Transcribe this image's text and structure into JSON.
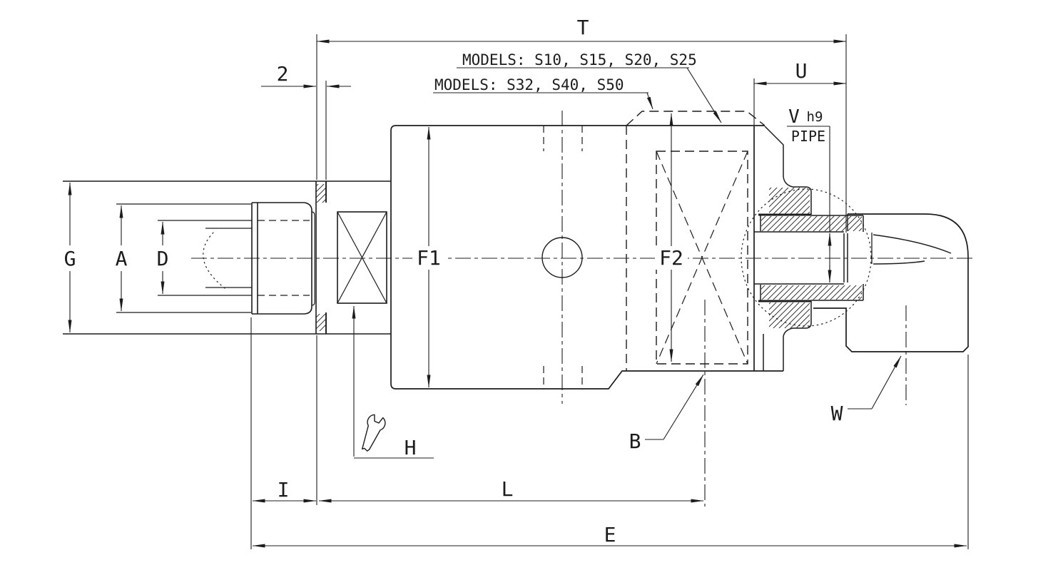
{
  "colors": {
    "line": "#1c1c1c",
    "background": "#ffffff"
  },
  "dimension_labels": {
    "T": "T",
    "two": "2",
    "U": "U",
    "V": "V",
    "V_tolerance": "h9",
    "pipe_note": "PIPE",
    "G": "G",
    "A": "A",
    "D": "D",
    "F1": "F1",
    "F2": "F2",
    "H": "H",
    "B": "B",
    "W": "W",
    "I": "I",
    "L": "L",
    "E": "E"
  },
  "model_notes": {
    "small": "MODELS: S10, S15, S20, S25",
    "large": "MODELS: S32, S40, S50"
  }
}
